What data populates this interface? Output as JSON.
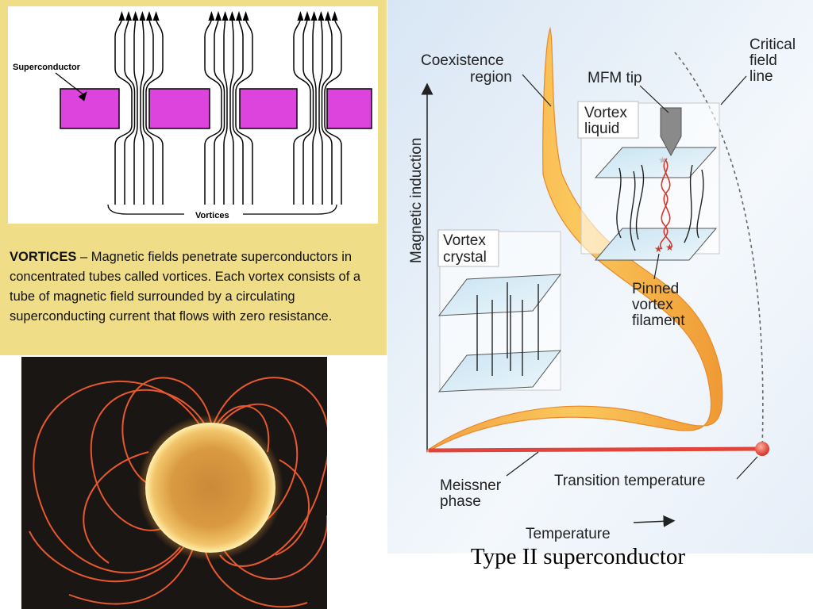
{
  "vortices_panel": {
    "label_superconductor": "Superconductor",
    "label_vortices": "Vortices",
    "caption_heading": "VORTICES",
    "caption_body": "– Magnetic fields penetrate superconductors in concentrated tubes called vortices. Each vortex consists of a tube of magnetic field surrounded by a circulating superconducting current that flows with zero resistance."
  },
  "phase_diagram": {
    "label_coexistence": [
      "Coexistence",
      "region"
    ],
    "label_critical": [
      "Critical",
      "field",
      "line"
    ],
    "label_mfm_tip": "MFM tip",
    "label_vortex_liquid": [
      "Vortex",
      "liquid"
    ],
    "label_vortex_crystal": [
      "Vortex",
      "crystal"
    ],
    "label_pinned": [
      "Pinned",
      "vortex",
      "filament"
    ],
    "label_meissner": [
      "Meissner",
      "phase"
    ],
    "label_transition": "Transition temperature",
    "axis_y": "Magnetic induction",
    "axis_x": "Temperature"
  },
  "caption": "Type II superconductor",
  "colors": {
    "panel_bg": "#f0dd88",
    "magenta": "#dd44dd",
    "orange_band": "#f6a93a",
    "meissner_red": "#e0443a",
    "phase_bg": "#e4eef8"
  }
}
